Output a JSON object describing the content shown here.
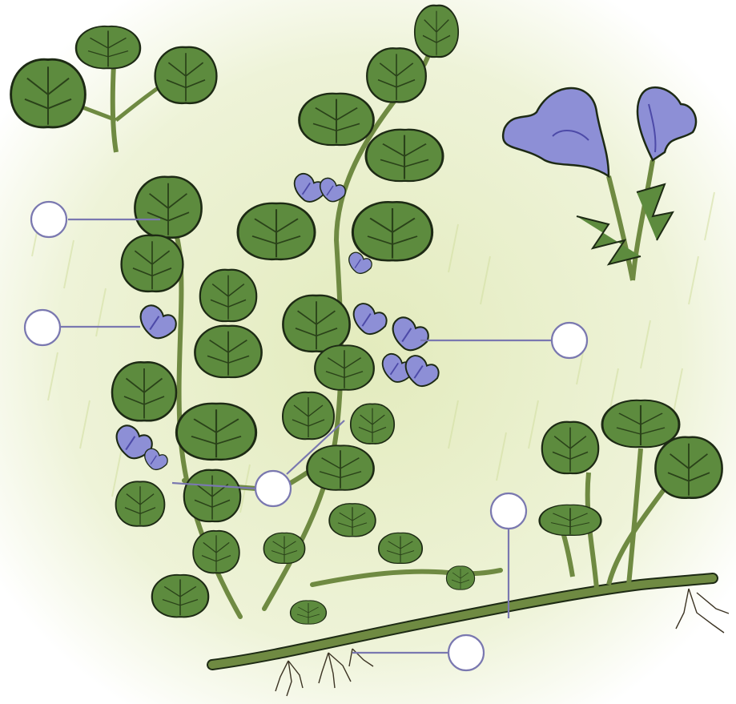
{
  "figure": {
    "subject": "ground-ivy-plant-illustration",
    "colors": {
      "background_wash": "#e7eec7",
      "leaf_fill": "#5d8b3e",
      "leaf_dark": "#3f6b2a",
      "stem": "#6f8a42",
      "root": "#6b5a3a",
      "flower": "#8d8fd6",
      "flower_shade": "#6f6fc4",
      "outline": "#1d2a14",
      "callout_line": "#7a78b0",
      "callout_fill": "#ffffff"
    }
  },
  "callouts": [
    {
      "id": "leaf",
      "text": ""
    },
    {
      "id": "flower",
      "text": ""
    },
    {
      "id": "flower-cluster",
      "text": ""
    },
    {
      "id": "stem",
      "text": ""
    },
    {
      "id": "runner",
      "text": ""
    },
    {
      "id": "roots",
      "text": ""
    }
  ]
}
